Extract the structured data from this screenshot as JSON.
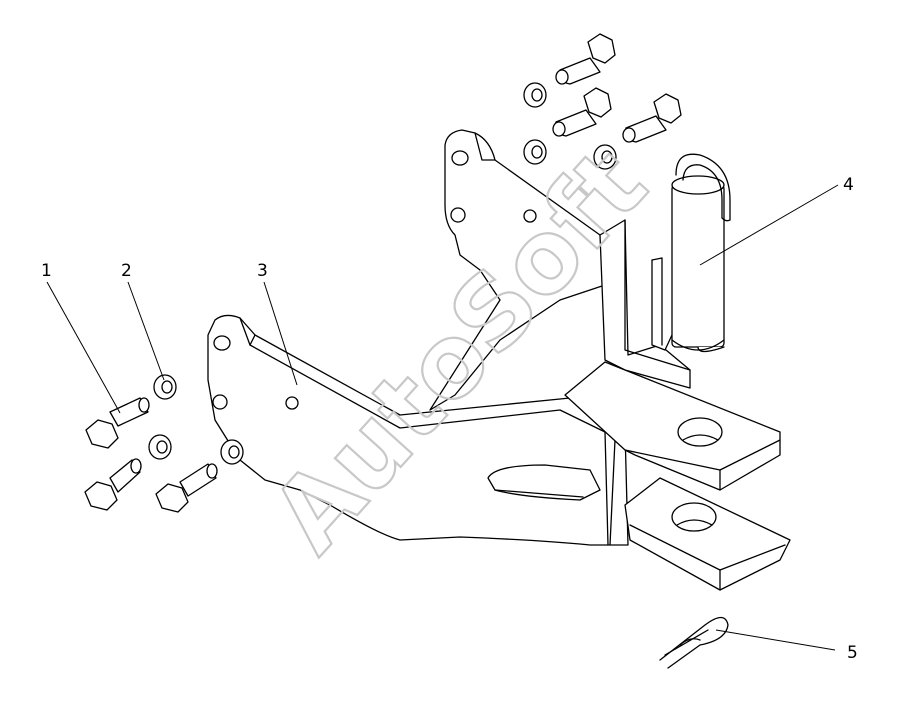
{
  "callouts": {
    "c1": "1",
    "c2": "2",
    "c3": "3",
    "c4": "4",
    "c5": "5"
  },
  "watermark": "AutoSoft",
  "colors": {
    "line": "#000000",
    "watermark": "#c8c8c8",
    "background": "#ffffff"
  }
}
